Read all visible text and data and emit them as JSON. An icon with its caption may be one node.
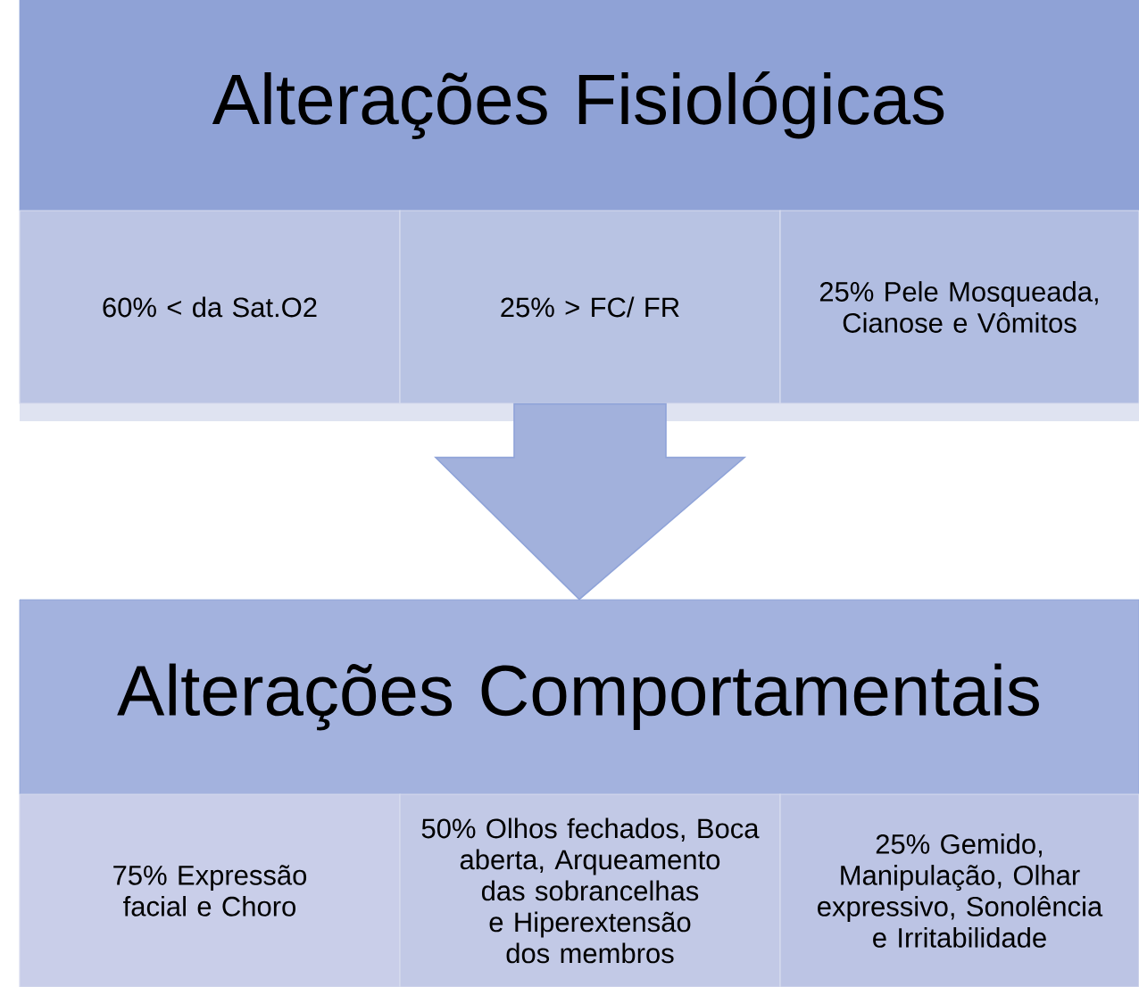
{
  "diagram": {
    "nodes": [
      {
        "text": [
          "Alterações Fisiológicas"
        ]
      },
      {
        "text": [
          "60% < da Sat.O2"
        ]
      },
      {
        "text": [
          "25% > FC/ FR"
        ]
      },
      {
        "text": [
          "25% Pele Mosqueada, Cianose e Vômitos"
        ]
      },
      {
        "text": [
          "Alterações Comportamentais"
        ]
      },
      {
        "text": [
          "75% Expressão facial e Choro"
        ]
      },
      {
        "text": [
          "50% Olhos fechados, Boca aberta, Arqueamento das sobrancelhas e Hiperextensão dos membros"
        ]
      },
      {
        "text": [
          "25% Gemido, Manipulação, Olhar expressivo, Sonolência e Irritabilidade"
        ]
      }
    ],
    "edges": [
      {
        "from": 2,
        "to": 4,
        "arrow": "to"
      }
    ]
  }
}
